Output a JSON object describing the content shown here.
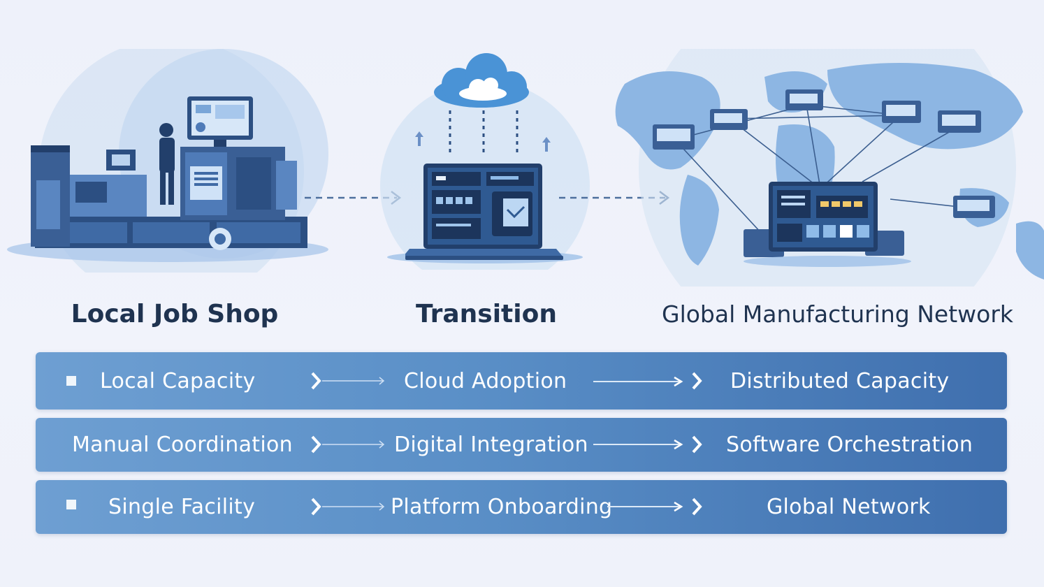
{
  "stages": [
    {
      "title": "Local Job Shop"
    },
    {
      "title": "Transition"
    },
    {
      "title": "Global Manufacturing Network"
    }
  ],
  "rows": [
    {
      "from": "Local Capacity",
      "via": "Cloud Adoption",
      "to": "Distributed Capacity"
    },
    {
      "from": "Manual Coordination",
      "via": "Digital Integration",
      "to": "Software Orchestration"
    },
    {
      "from": "Single Facility",
      "via": "Platform Onboarding",
      "to": "Global Network"
    }
  ],
  "colors": {
    "title": "#1f3350",
    "band_start": "#6e9fd2",
    "band_end": "#3f6fae",
    "accent": "#4a86c8"
  },
  "icons": [
    "factory-machinery-icon",
    "cloud-icon",
    "laptop-dashboard-icon",
    "world-map-icon",
    "dashed-arrow-icon",
    "chevron-arrow-icon"
  ]
}
